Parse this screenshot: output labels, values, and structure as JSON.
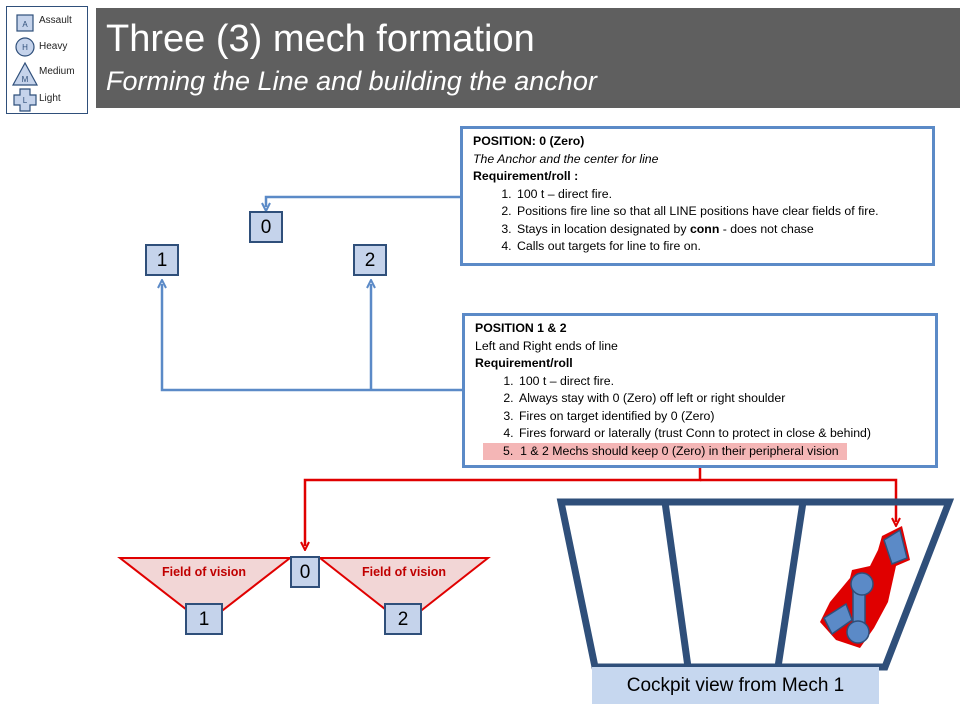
{
  "legend": {
    "items": [
      {
        "symbol": "A",
        "label": "Assault"
      },
      {
        "symbol": "H",
        "label": "Heavy"
      },
      {
        "symbol": "M",
        "label": "Medium"
      },
      {
        "symbol": "L",
        "label": "Light"
      }
    ]
  },
  "header": {
    "title": "Three (3) mech formation",
    "subtitle": "Forming the Line and building the anchor"
  },
  "position_zero": {
    "heading": "POSITION:  0 (Zero)",
    "description": "The Anchor and the center for line",
    "req_heading": "Requirement/roll :",
    "items": [
      "100  t – direct fire.",
      "Positions fire line so  that  all LINE positions  have clear fields of fire.",
      "Stays in location designated by ",
      "Calls out targets for line to fire on."
    ],
    "item3_bold": "conn",
    "item3_tail": " -   does not chase"
  },
  "position_one_two": {
    "heading": "POSITION 1 & 2",
    "description": "Left and Right ends of line",
    "req_heading": "Requirement/roll",
    "items": [
      "100  t – direct fire.",
      "Always stay with 0 (Zero) off left or right shoulder",
      "Fires on target identified by 0 (Zero)",
      "Fires forward or laterally (trust Conn to protect in close & behind)"
    ],
    "highlight_number": "5.",
    "highlight_item": "1 & 2 Mechs should keep 0 (Zero) in their peripheral vision"
  },
  "nodes": {
    "top_zero": "0",
    "top_one": "1",
    "top_two": "2",
    "bottom_zero": "0",
    "bottom_one": "1",
    "bottom_two": "2"
  },
  "fov": {
    "left_label": "Field of vision",
    "right_label": "Field of vision"
  },
  "cockpit": {
    "caption": "Cockpit view from Mech 1"
  },
  "colors": {
    "title_bg": "#5f5f5f",
    "box_border": "#5b8ac7",
    "node_fill": "#c5d3eb",
    "node_border": "#2f4f7a",
    "red": "#e00000",
    "highlight": "#f4b6b6"
  }
}
